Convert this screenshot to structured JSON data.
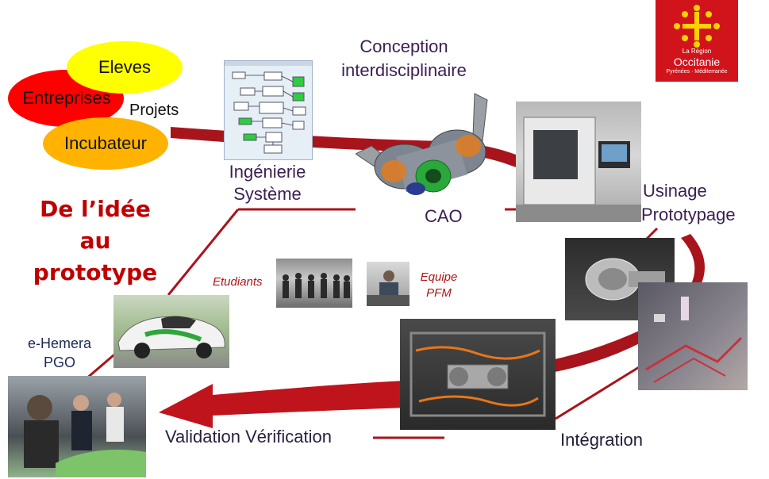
{
  "ellipses": {
    "eleves": "Eleves",
    "entreprises": "Entreprises",
    "incubateur": "Incubateur"
  },
  "labels": {
    "projets": "Projets",
    "conception_line1": "Conception",
    "conception_line2": "interdisciplinaire",
    "ingenierie_line1": "Ingénierie",
    "ingenierie_line2": "Système",
    "cao": "CAO",
    "usinage_line1": "Usinage",
    "usinage_line2": "Prototypage",
    "integration": "Intégration",
    "validation": "Validation Vérification",
    "ehemera_line1": "e-Hemera",
    "ehemera_line2": "PGO",
    "etudiants": "Etudiants",
    "equipe_line1": "Equipe",
    "equipe_line2": "PFM"
  },
  "tagline": {
    "line1": "De l’idée",
    "line2": "au",
    "line3": "prototype"
  },
  "logo": {
    "line1": "La Région",
    "line2": "Occitanie",
    "line3": "Pyrénées · Méditerranée"
  },
  "colors": {
    "dark_red": "#b5101a",
    "ellipse_yellow": "#ffff00",
    "ellipse_red": "#ff0000",
    "ellipse_orange": "#ffb300",
    "logo_red": "#d1141b",
    "logo_yellow": "#ffd200",
    "tagline_red": "#c00000"
  }
}
